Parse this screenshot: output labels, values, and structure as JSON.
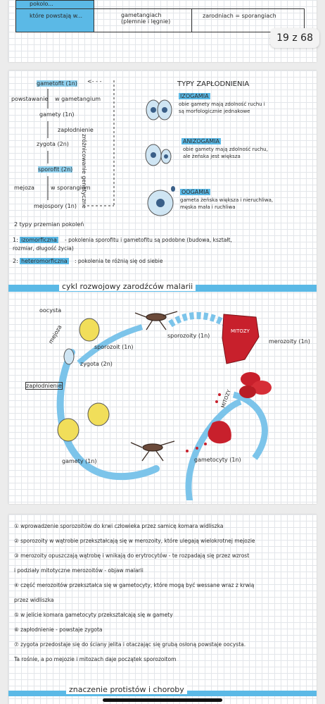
{
  "pager": {
    "label": "19 z 68"
  },
  "table_top": {
    "row1_label": "pokolo...",
    "row2_label": "które powstają w...",
    "row2_col2": "gametangiach (plemnie i lęgnie)",
    "row2_col3": "zarodniach = sporangiach"
  },
  "page2": {
    "cycle": {
      "gametofit": "gametofit (1n)",
      "powstawanie": "powstawanie",
      "w_gametangium": "w gametangium",
      "gamety": "gamety (1n)",
      "zaplodnienie": "zapłodnienie",
      "zygota": "zygota (2n)",
      "sporofit": "sporofit (2n)",
      "mejoza": "mejoza",
      "w_sporangium": "w sporangium",
      "mejospory": "mejospory (1n)",
      "vertical": "zróżnicowanie genetyczne"
    },
    "typy_title": "TYPY ZAPŁODNIENIA",
    "izogamia": {
      "name": "IZOGAMIA",
      "desc1": "obie gamety mają zdolność ruchu i",
      "desc2": "są morfologicznie jednakowe"
    },
    "anizogamia": {
      "name": "ANIZOGAMIA",
      "desc1": "obie gamety mają zdolność ruchu,",
      "desc2": "ale żeńska jest większa"
    },
    "oogamia": {
      "name": "OOGAMIA",
      "desc1": "gameta żeńska większa i nieruchliwa,",
      "desc2": "męska mała i ruchliwa"
    },
    "przemiany_title": "2 typy przemian pokoleń",
    "p1_num": "1:",
    "p1_term": "izomorficzna",
    "p1_text": "- pokolenia sporofitu i gametofitu są podobne (budowa, kształt,",
    "p1_text2": "rozmiar, długość życia)",
    "p2_num": "2:",
    "p2_term": "heteromorficzna",
    "p2_text": ": pokolenia te różnią się od siebie",
    "malaria_title": "cykl rozwojowy zarodźców malarii",
    "labels": {
      "oocysta": "oocysta",
      "mejoza": "mejoza",
      "sporozoit": "sporozoit (1n)",
      "sporozoity": "sporozoity (1n)",
      "zygota": "zygota (2n)",
      "zaplodnienie": "zapłodnienie",
      "mitozy_top": "MITOZY",
      "merozoity": "merozoity (1n)",
      "mitozy_side": "MITOZY",
      "gamety": "gamety (1n)",
      "gametocyty": "gametocyty (1n)"
    }
  },
  "page3": {
    "lines": [
      "① wprowadzenie sporozoitów do krwi człowieka przez samicę komara widliszka",
      "② sporozoity w wątrobie przekształcają się w merozoity, które ulegają wielokrotnej mejozie",
      "③ merozoity opuszczają wątrobę i wnikają do erytrocytów - te rozpadają się przez wzrost",
      "i podziały mitotyczne merozoitów - objaw malarii",
      "④ część merozoitów przekształca się w gametocyty, które mogą być wessane wraz z krwią",
      "przez widliszka",
      "⑤ w jelicie komara gametocyty przekształcają się w gamety",
      "⑥ zapłodnienie - powstaje zygota",
      "⑦ zygota przedostaje się do ściany jelita i otaczając się grubą osłoną powstaje oocysta.",
      "Ta rośnie, a po mejozie i mitozach daje początek sporozoitom"
    ],
    "znaczenie_title": "znaczenie protistów i choroby"
  },
  "colors": {
    "accent": "#5bb9e6",
    "red": "#c8202c",
    "yellow": "#f1de5a"
  }
}
